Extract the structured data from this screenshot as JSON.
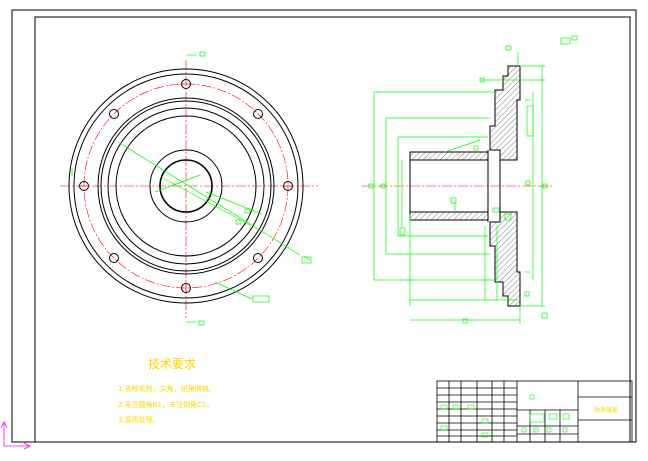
{
  "drawing": {
    "notes_title": "技术要求",
    "notes": [
      "1.去除毛刺，尖角，锐角倒钝。",
      "2.未注圆角R1，未注倒角C1。",
      "3.调质处理。"
    ],
    "title_block": {
      "name": "轴承端盖"
    }
  },
  "colors": {
    "background": "#ffffff",
    "frame": "#000000",
    "outline": "#000000",
    "center_line": "#ff0000",
    "dimension": "#00ff00",
    "leader": "#00ff00",
    "text": "#ffd400",
    "ucs_icon": "#ff00ff"
  },
  "icons": {
    "ucs": "ucs-axis-icon"
  }
}
